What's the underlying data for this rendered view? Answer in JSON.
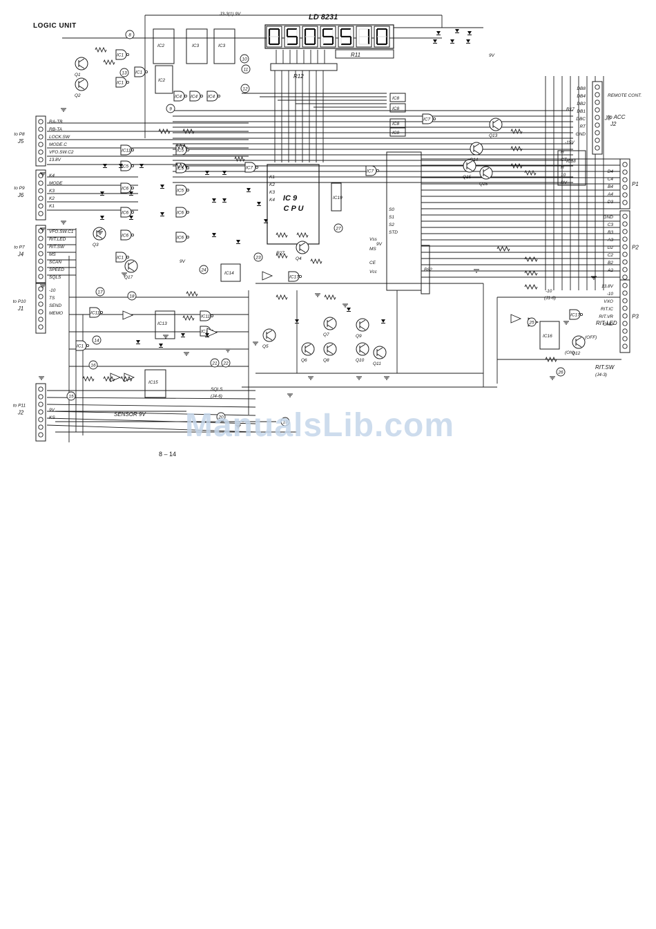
{
  "title": "LOGIC UNIT",
  "page_number": "8 – 14",
  "watermark": "ManualsLib.com",
  "display_label": "LD 8231",
  "display_digits": [
    "0",
    "5",
    "0",
    "5",
    "5",
    "1",
    "0"
  ],
  "cpu_label": [
    "IC 9",
    "C P U"
  ],
  "top_supply": "J3-3(1) 9V",
  "connectors": {
    "J5": {
      "name": "J5",
      "to": "to P8",
      "pins": [
        "RA-TB",
        "RB-TA",
        "LOCK.SW",
        "MODE.C",
        "VFO.SW.C2",
        "13.8V"
      ]
    },
    "J6": {
      "name": "J6",
      "to": "to P9",
      "pins": [
        "K4",
        "MODE",
        "K3",
        "K2",
        "K1"
      ]
    },
    "J4": {
      "name": "J4",
      "to": "to P7",
      "pins": [
        "VFO.SW.C1",
        "RIT.LED",
        "RIT.SW",
        "MS",
        "SCAN",
        "SPEED",
        "SQLS"
      ]
    },
    "J1": {
      "name": "J1",
      "to": "to P10",
      "pins": [
        "-10",
        "TS",
        "SEND",
        "MEMO"
      ]
    },
    "J2": {
      "name": "J2",
      "to": "to P11",
      "pins": [
        "9V",
        "KS"
      ]
    },
    "J3": {
      "name": "J3",
      "to": "REMOTE CONT.",
      "pins": [
        "DB8",
        "DB4",
        "DB2",
        "DB1",
        "DBC",
        "RT",
        "GND"
      ]
    },
    "ACC": {
      "name": "J2",
      "to": "to ACC"
    },
    "P1": {
      "name": "P1",
      "pins": [
        "D4",
        "C4",
        "B4",
        "A4",
        "D3"
      ]
    },
    "P2": {
      "name": "P2",
      "pins": [
        "GND",
        "C3",
        "B3",
        "A3",
        "D2",
        "C2",
        "B2",
        "A2"
      ]
    },
    "P3": {
      "name": "P3",
      "pins": [
        "13.8V",
        "-10",
        "VXO",
        "RIT.IC",
        "RIT.VR",
        "GND"
      ]
    }
  },
  "ics": [
    "IC1",
    "IC2",
    "IC3",
    "IC4",
    "IC5",
    "IC6",
    "IC7",
    "IC8",
    "IC11",
    "IC13",
    "IC14",
    "IC15",
    "IC16",
    "IC17",
    "IC18",
    "IC19"
  ],
  "transistors": [
    "Q1",
    "Q2",
    "Q3",
    "Q4",
    "Q5",
    "Q6",
    "Q7",
    "Q8",
    "Q9",
    "Q10",
    "Q11",
    "Q12",
    "Q13",
    "Q14",
    "Q15",
    "Q16",
    "Q17"
  ],
  "resistor_labels": [
    "R11",
    "R12",
    "R17",
    "R27",
    "R82"
  ],
  "bubbles": [
    "8",
    "9",
    "10",
    "11",
    "12",
    "13",
    "14",
    "15",
    "16",
    "17",
    "18",
    "19",
    "20",
    "21",
    "22",
    "23",
    "24",
    "25",
    "26",
    "27"
  ],
  "misc_labels": {
    "sensor": "SENSOR 9V",
    "sqls": "SQLS",
    "sqls_ref": "(J4-6)",
    "rit_led": "RIT LED",
    "rit_sw": "RIT.SW",
    "rit_sw_ref": "(J4-3)",
    "neg10": "-10",
    "neg10_ref": "(J1-6)",
    "supply_9v": "9V",
    "neg15v": "-15V",
    "off": "(OFF)",
    "on": "(ON)",
    "cpu_pins_right": [
      "S0",
      "S1",
      "S2",
      "STD",
      "Vss",
      "MS",
      "CE",
      "Vcc"
    ],
    "cpu_pins_left": [
      "K1",
      "K2",
      "K3",
      "K4"
    ],
    "ic18_pins": [
      "H",
      "CT",
      "H",
      "10",
      "DV"
    ]
  }
}
